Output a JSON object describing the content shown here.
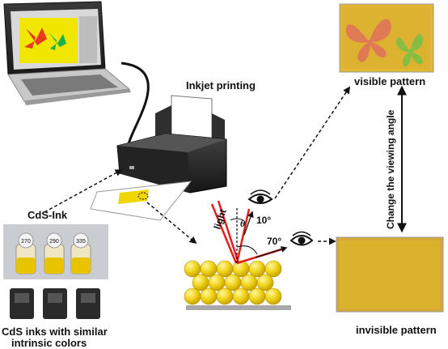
{
  "labels": {
    "inkjet_printing": "Inkjet printing",
    "visible_pattern": "visible pattern",
    "invisible_pattern": "invisible pattern",
    "change_viewing_angle": "Change the viewing angle",
    "cds_ink": "CdS-Ink",
    "cds_inks_line1": "CdS inks with similar",
    "cds_inks_line2": "intrinsic colors",
    "light": "light",
    "theta": "θ",
    "angle_10": "10°",
    "angle_70": "70°"
  },
  "vials": [
    "270",
    "290",
    "335"
  ],
  "colors": {
    "ink_yellow": "#e8c000",
    "pattern_yellow": "#e3b92a",
    "butterfly_orange": "#f0744a",
    "butterfly_green": "#7cc242",
    "ray_red": "#e0201c",
    "printer_dark": "#2a2a2a"
  }
}
